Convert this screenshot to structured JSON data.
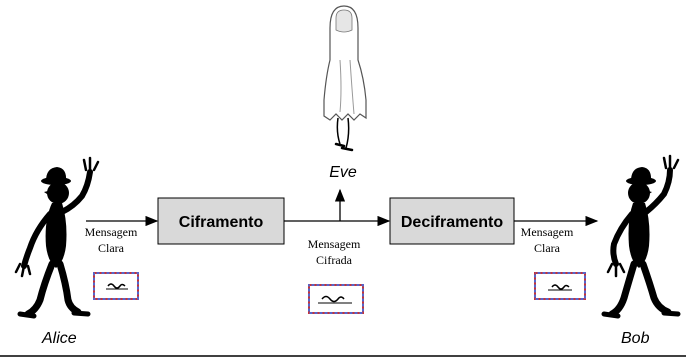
{
  "actors": {
    "alice": "Alice",
    "bob": "Bob",
    "eve": "Eve"
  },
  "boxes": {
    "encrypt": "Ciframento",
    "decrypt": "Deciframento"
  },
  "messages": {
    "plain_left_line1": "Mensagem",
    "plain_left_line2": "Clara",
    "cipher_line1": "Mensagem",
    "cipher_line2": "Cifrada",
    "plain_right_line1": "Mensagem",
    "plain_right_line2": "Clara"
  },
  "colors": {
    "box_fill": "#d9d9d9",
    "envelope_border_red": "#cc3333",
    "envelope_border_blue": "#5566cc"
  }
}
